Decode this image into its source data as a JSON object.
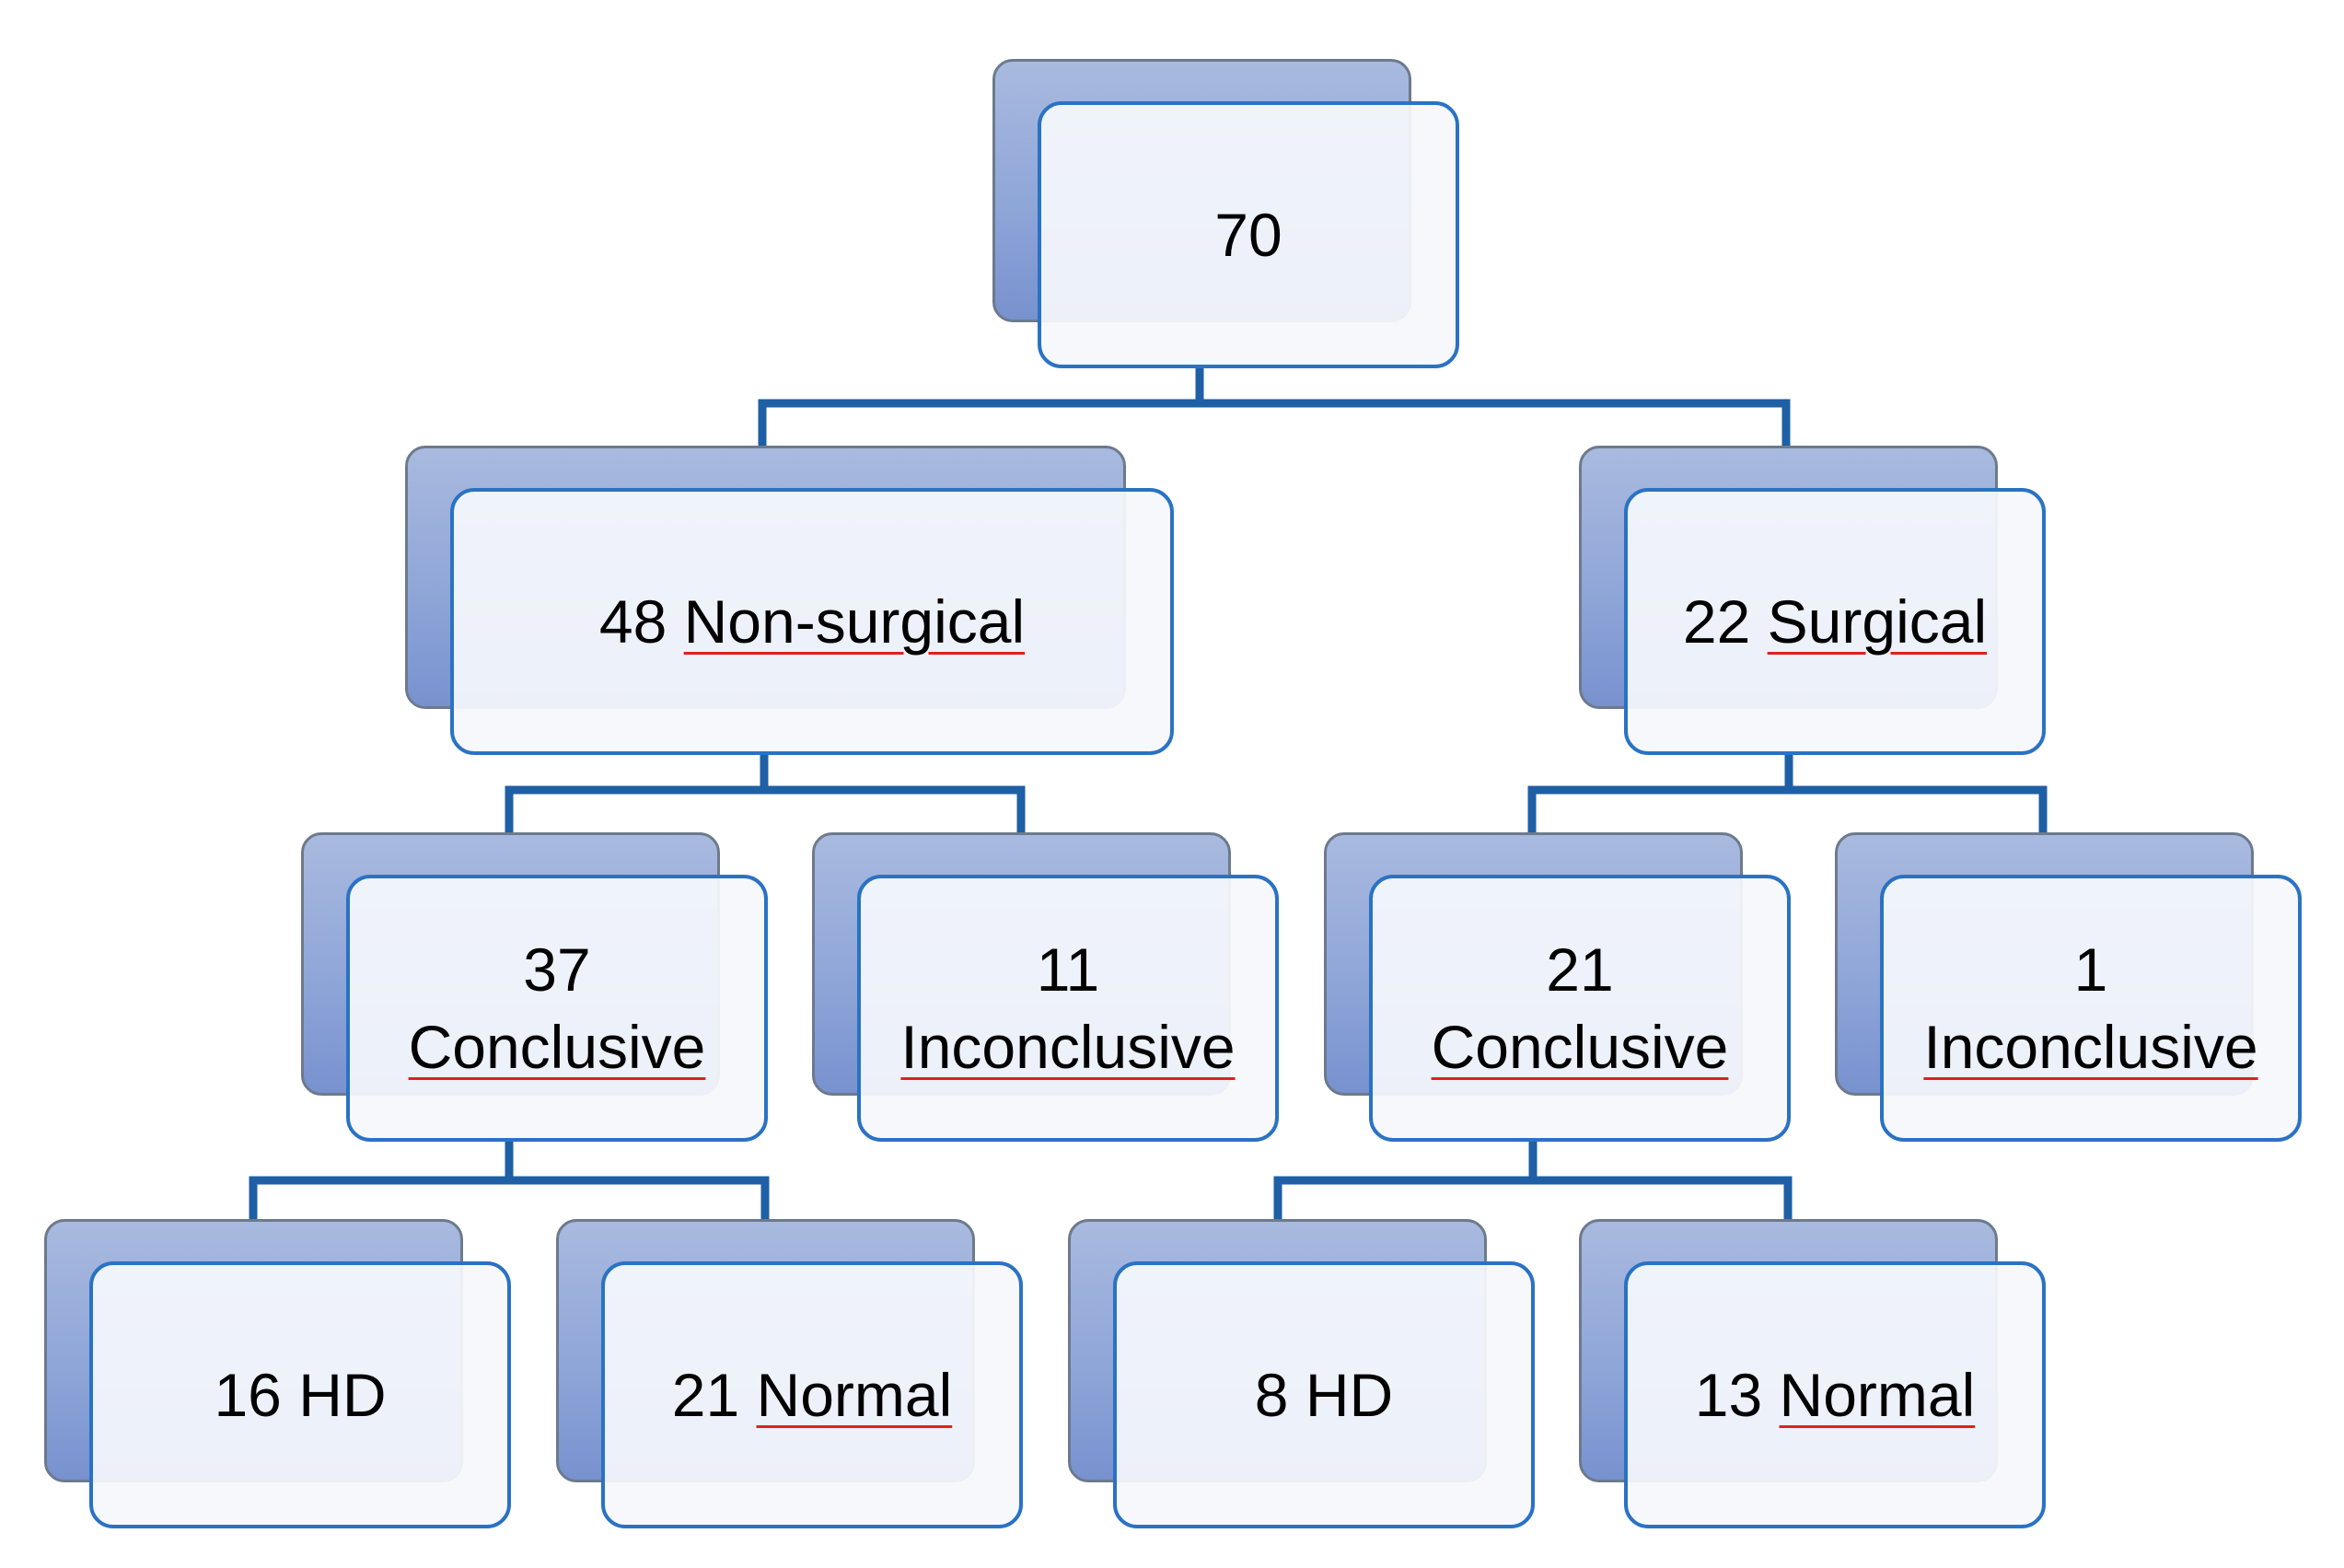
{
  "colors": {
    "connector": "#1f5fa5",
    "front_border": "#2a72c4",
    "back_fill": "#8fa6d8",
    "spell_underline": "#e0201f"
  },
  "nodes": {
    "root": {
      "count": "70",
      "label": ""
    },
    "nonsurgical": {
      "count": "48",
      "label": "Non-surgical"
    },
    "surgical": {
      "count": "22",
      "label": "Surgical"
    },
    "ns_conclusive": {
      "count": "37",
      "label": "Conclusive"
    },
    "ns_inconclusive": {
      "count": "11",
      "label": "Inconclusive"
    },
    "s_conclusive": {
      "count": "21",
      "label": "Conclusive"
    },
    "s_inconclusive": {
      "count": "1",
      "label": "Inconclusive"
    },
    "ns_hd": {
      "count": "16",
      "label": "HD"
    },
    "ns_normal": {
      "count": "21",
      "label": "Normal"
    },
    "s_hd": {
      "count": "8",
      "label": "HD"
    },
    "s_normal": {
      "count": "13",
      "label": "Normal"
    }
  }
}
